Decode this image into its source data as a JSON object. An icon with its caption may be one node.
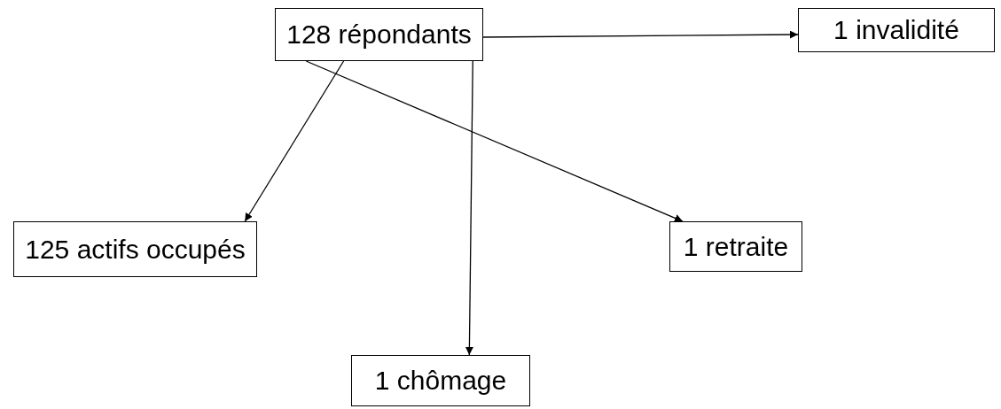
{
  "diagram": {
    "nodes": [
      {
        "text": [
          "128 répondants"
        ]
      },
      {
        "text": [
          "1 invalidité"
        ]
      },
      {
        "text": [
          "125 actifs occupés"
        ]
      },
      {
        "text": [
          "1 retraite"
        ]
      },
      {
        "text": [
          "1 chômage"
        ]
      }
    ],
    "edges": [
      {
        "from": 0,
        "to": 1,
        "arrow": "to"
      },
      {
        "from": 0,
        "to": 2,
        "arrow": "to"
      },
      {
        "from": 0,
        "to": 4,
        "arrow": "to"
      },
      {
        "from": 0,
        "to": 3,
        "arrow": "to"
      }
    ]
  }
}
